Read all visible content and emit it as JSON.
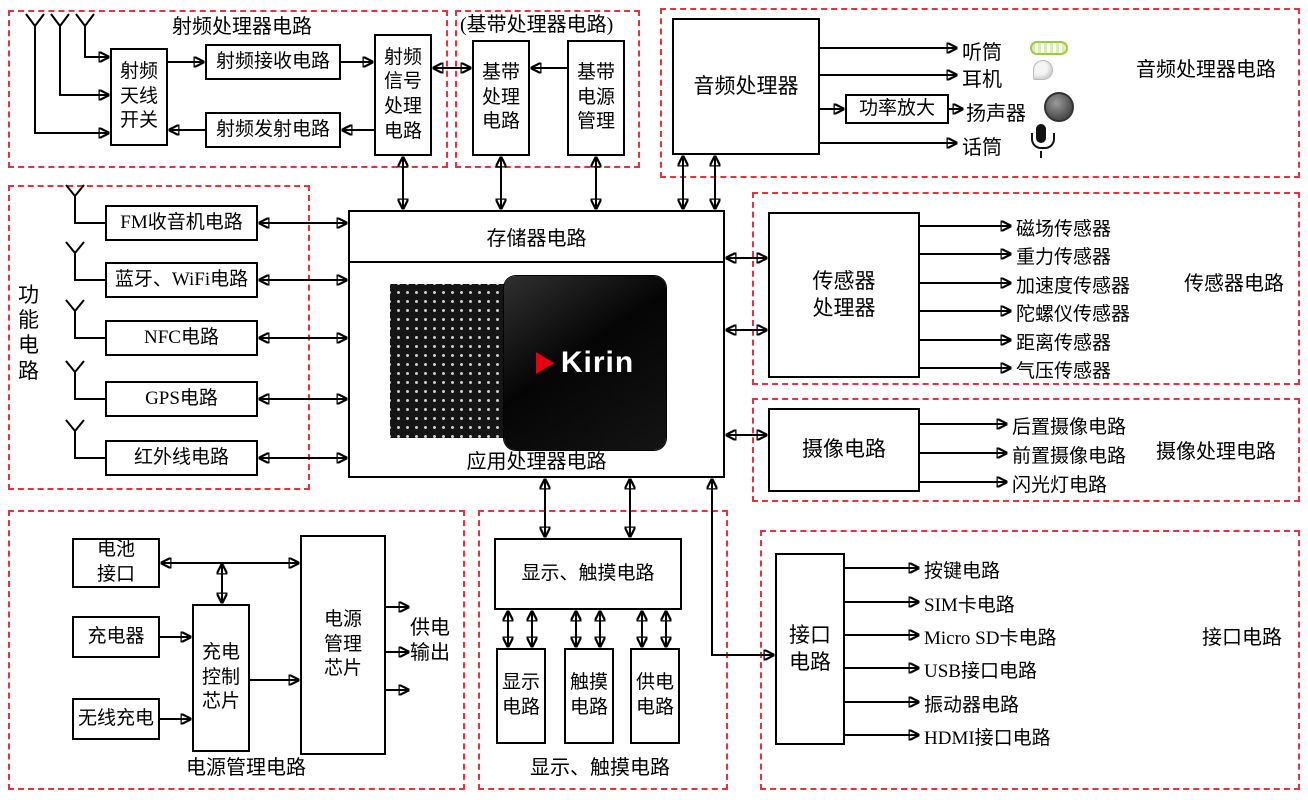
{
  "chip": {
    "brand": "Kirin"
  },
  "rf": {
    "title": "射频处理器电路",
    "antenna_switch": "射频\n天线\n开关",
    "rx": "射频接收电路",
    "tx": "射频发射电路",
    "signal": "射频\n信号\n处理\n电路"
  },
  "baseband": {
    "title": "(基带处理器电路)",
    "processor": "基带\n处理\n电路",
    "power": "基带\n电源\n管理"
  },
  "audio": {
    "group_label": "音频处理器电路",
    "processor": "音频处理器",
    "amplifier": "功率放大",
    "earpiece": "听筒",
    "headphone": "耳机",
    "speaker": "扬声器",
    "microphone": "话筒"
  },
  "functions": {
    "group_label": "功\n能\n电\n路",
    "items": [
      "FM收音机电路",
      "蓝牙、WiFi电路",
      "NFC电路",
      "GPS电路",
      "红外线电路"
    ]
  },
  "central": {
    "memory": "存储器电路",
    "ap": "应用处理器电路"
  },
  "sensors": {
    "group_label": "传感器电路",
    "processor": "传感器\n处理器",
    "items": [
      "磁场传感器",
      "重力传感器",
      "加速度传感器",
      "陀螺仪传感器",
      "距离传感器",
      "气压传感器"
    ]
  },
  "camera": {
    "group_label": "摄像处理电路",
    "hub": "摄像电路",
    "items": [
      "后置摄像电路",
      "前置摄像电路",
      "闪光灯电路"
    ]
  },
  "power": {
    "group_label": "电源管理电路",
    "battery": "电池\n接口",
    "charger": "充电器",
    "wireless": "无线充电",
    "charge_ctrl": "充电\n控制\n芯片",
    "pmic": "电源\n管理\n芯片",
    "output": "供电\n输出"
  },
  "display": {
    "group_label": "显示、触摸电路",
    "hub": "显示、触摸电路",
    "items": [
      "显示\n电路",
      "触摸\n电路",
      "供电\n电路"
    ]
  },
  "interface": {
    "group_label": "接口电路",
    "hub": "接口\n电路",
    "items": [
      "按键电路",
      "SIM卡电路",
      "Micro SD卡电路",
      "USB接口电路",
      "振动器电路",
      "HDMI接口电路"
    ]
  }
}
